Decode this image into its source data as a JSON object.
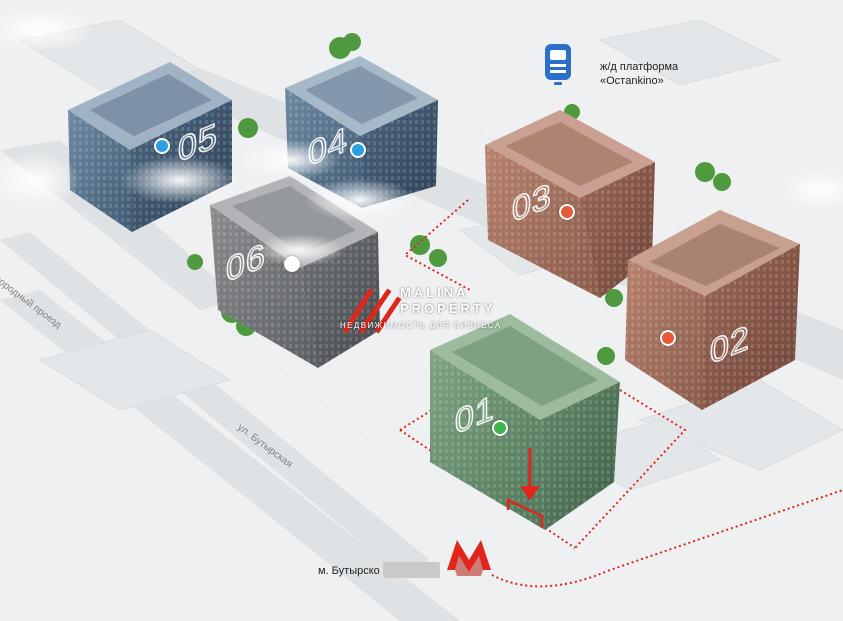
{
  "buildings": [
    {
      "number": "01",
      "tone": "green",
      "marker": "#3bb54a"
    },
    {
      "number": "02",
      "tone": "copper",
      "marker": "#e65a3c"
    },
    {
      "number": "03",
      "tone": "copper",
      "marker": "#e65a3c"
    },
    {
      "number": "04",
      "tone": "blue",
      "marker": "#2b9fe0"
    },
    {
      "number": "05",
      "tone": "blue",
      "marker": "#2b9fe0"
    },
    {
      "number": "06",
      "tone": "grey",
      "marker": "#ffffff"
    }
  ],
  "rail_platform": {
    "line1": "ж/д платформа",
    "line2": "«Остankino»"
  },
  "metro": {
    "label": "м. Бутырско",
    "icon": "metro-m-icon"
  },
  "streets": {
    "ogorodny": "Огородный проезд",
    "butyrskaya": "ул. Бутырская"
  },
  "watermark": {
    "brand_line1": "MALINA",
    "brand_line2": "PROPERTY",
    "tagline": "НЕДВИЖИМОСТЬ ДЛЯ БИЗНЕСА"
  },
  "colors": {
    "accent": "#e0261b",
    "route": "#e0261b",
    "rail": "#2b6fc9"
  }
}
